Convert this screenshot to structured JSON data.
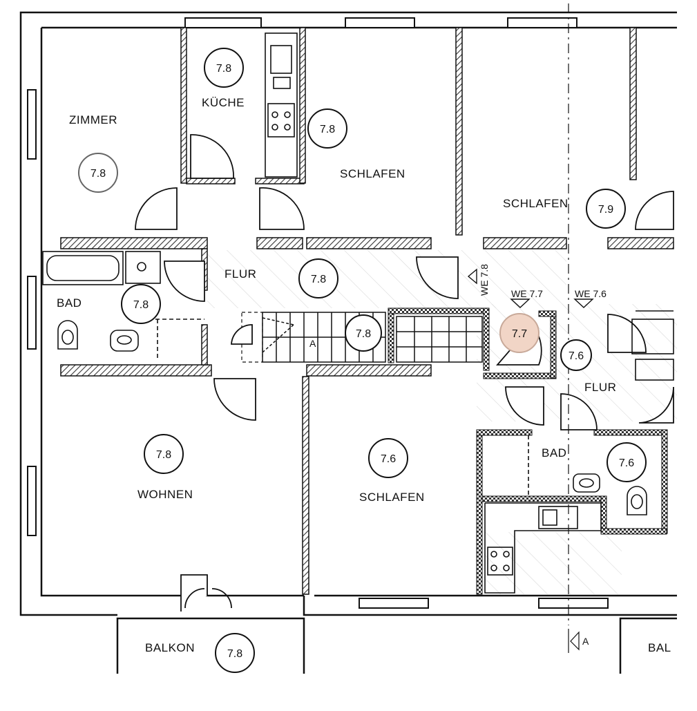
{
  "plan": {
    "rooms": [
      {
        "key": "zimmer",
        "label": "ZIMMER",
        "value": "7.8"
      },
      {
        "key": "kueche",
        "label": "KÜCHE",
        "value": "7.8"
      },
      {
        "key": "schlafen1",
        "label": "SCHLAFEN",
        "value": "7.8"
      },
      {
        "key": "schlafen2",
        "label": "SCHLAFEN",
        "value": "7.9"
      },
      {
        "key": "flur1",
        "label": "FLUR",
        "value": "7.8"
      },
      {
        "key": "bad1",
        "label": "BAD",
        "value": "7.8"
      },
      {
        "key": "treppe",
        "label": "",
        "value": "7.8"
      },
      {
        "key": "podest",
        "label": "",
        "value": "7.7"
      },
      {
        "key": "flur2",
        "label": "FLUR",
        "value": "7.6"
      },
      {
        "key": "wohnen",
        "label": "WOHNEN",
        "value": "7.8"
      },
      {
        "key": "schlafen3",
        "label": "SCHLAFEN",
        "value": "7.6"
      },
      {
        "key": "bad2",
        "label": "BAD",
        "value": "7.6"
      },
      {
        "key": "balkon",
        "label": "BALKON",
        "value": "7.8"
      },
      {
        "key": "balkon2",
        "label": "BAL",
        "value": ""
      }
    ],
    "markers": {
      "we_vertical": "WE 7.8",
      "we_1": "WE  7.7",
      "we_2": "WE  7.6",
      "stair_mark": "A",
      "section_mark": "A"
    }
  }
}
